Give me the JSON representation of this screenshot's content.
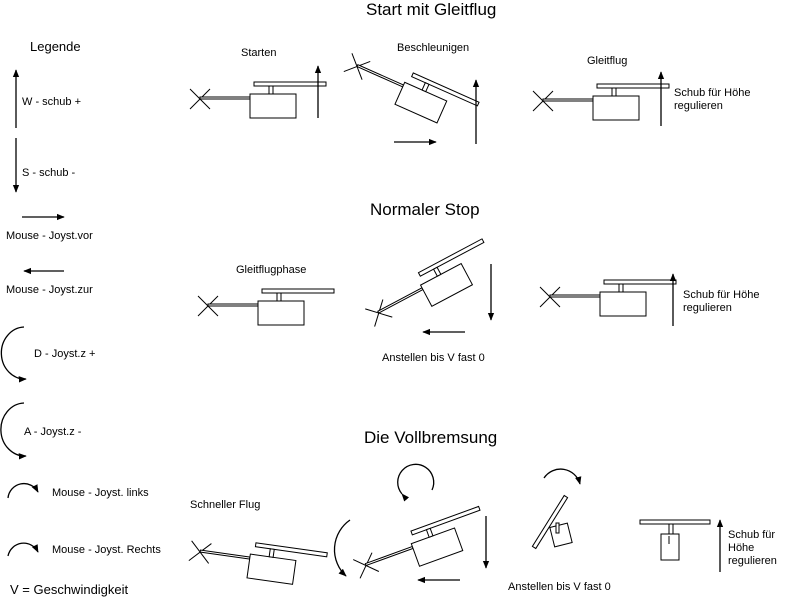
{
  "sections": {
    "start": "Start mit Gleitflug",
    "stop": "Normaler Stop",
    "brake": "Die Vollbremsung"
  },
  "legend": {
    "title": "Legende",
    "items": [
      "W - schub +",
      "S - schub -",
      "Mouse - Joyst.vor",
      "Mouse - Joyst.zur",
      "D - Joyst.z +",
      "A - Joyst.z -",
      "Mouse - Joyst. links",
      "Mouse - Joyst. Rechts"
    ],
    "footnote": "V = Geschwindigkeit"
  },
  "labels": {
    "starten": "Starten",
    "beschleunigen": "Beschleunigen",
    "gleitflug": "Gleitflug",
    "schub1": "Schub für Höhe regulieren",
    "gleitflugphase": "Gleitflugphase",
    "anstellen1": "Anstellen bis V fast 0",
    "schub2": "Schub für Höhe regulieren",
    "schneller": "Schneller Flug",
    "anstellen2": "Anstellen bis V fast 0",
    "schub3": "Schub für Höhe regulieren"
  }
}
